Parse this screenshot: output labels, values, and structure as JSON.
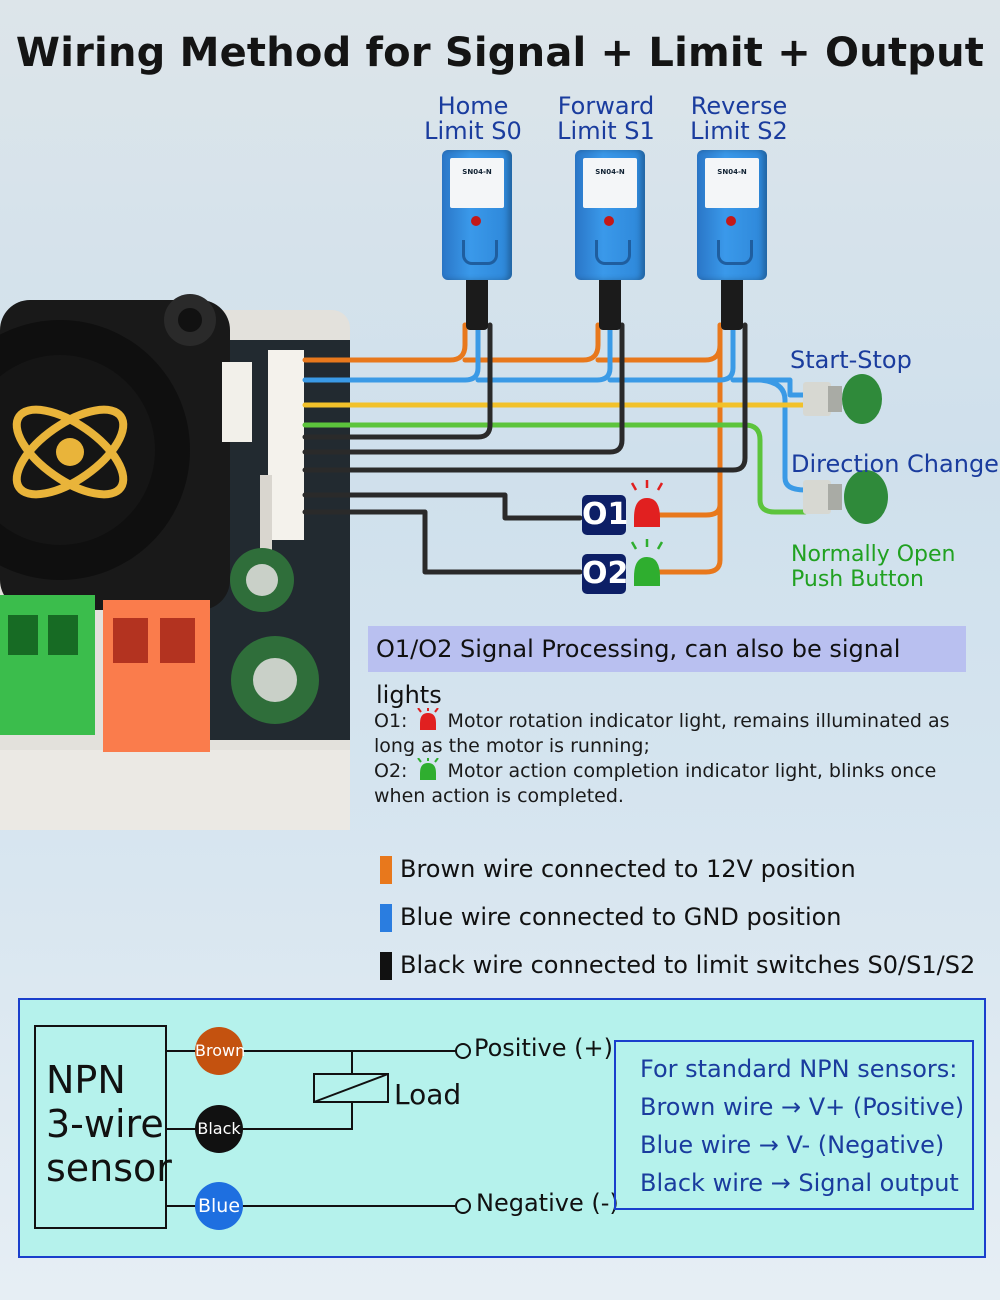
{
  "title": "Wiring Method for Signal + Limit + Output",
  "sensors": [
    {
      "line1": "Home",
      "line2": "Limit S0",
      "model": "SN04-N"
    },
    {
      "line1": "Forward",
      "line2": "Limit S1",
      "model": "SN04-N"
    },
    {
      "line1": "Reverse",
      "line2": "Limit S2",
      "model": "SN04-N"
    }
  ],
  "buttons": {
    "start_stop": "Start-Stop",
    "direction_change": "Direction Change",
    "type_line1": "Normally Open",
    "type_line2": "Push Button"
  },
  "outputs": {
    "o1": "O1",
    "o2": "O2"
  },
  "banner": "O1/O2 Signal Processing, can also be signal lights",
  "notes": {
    "o1_prefix": "O1:",
    "o1_text": "Motor rotation indicator light, remains illuminated as long as the motor is running;",
    "o2_prefix": "O2:",
    "o2_text": "Motor action completion indicator light, blinks once when action is completed."
  },
  "legend": [
    {
      "text": "Brown wire connected to 12V position",
      "color": "#e8781c"
    },
    {
      "text": "Blue wire connected to GND position",
      "color": "#2a7de0"
    },
    {
      "text": "Black wire connected to limit switches S0/S1/S2",
      "color": "#111111"
    }
  ],
  "npn": {
    "sensor_line1": "NPN",
    "sensor_line2": "3-wire",
    "sensor_line3": "sensor",
    "brown": "Brown",
    "black": "Black",
    "blue": "Blue",
    "positive": "Positive (+)",
    "load": "Load",
    "negative": "Negative (-)",
    "info": [
      "For standard NPN sensors:",
      "Brown wire → V+ (Positive)",
      "Blue wire → V- (Negative)",
      "Black wire → Signal output"
    ]
  },
  "colors": {
    "brown_wire": "#e8781c",
    "blue_wire": "#3a9ae6",
    "yellow_wire": "#f2c12a",
    "green_wire": "#5cc43c",
    "black_wire": "#2a2a2a",
    "dot_brown": "#c4520f",
    "dot_black": "#111111",
    "dot_blue": "#1e6fe0"
  }
}
